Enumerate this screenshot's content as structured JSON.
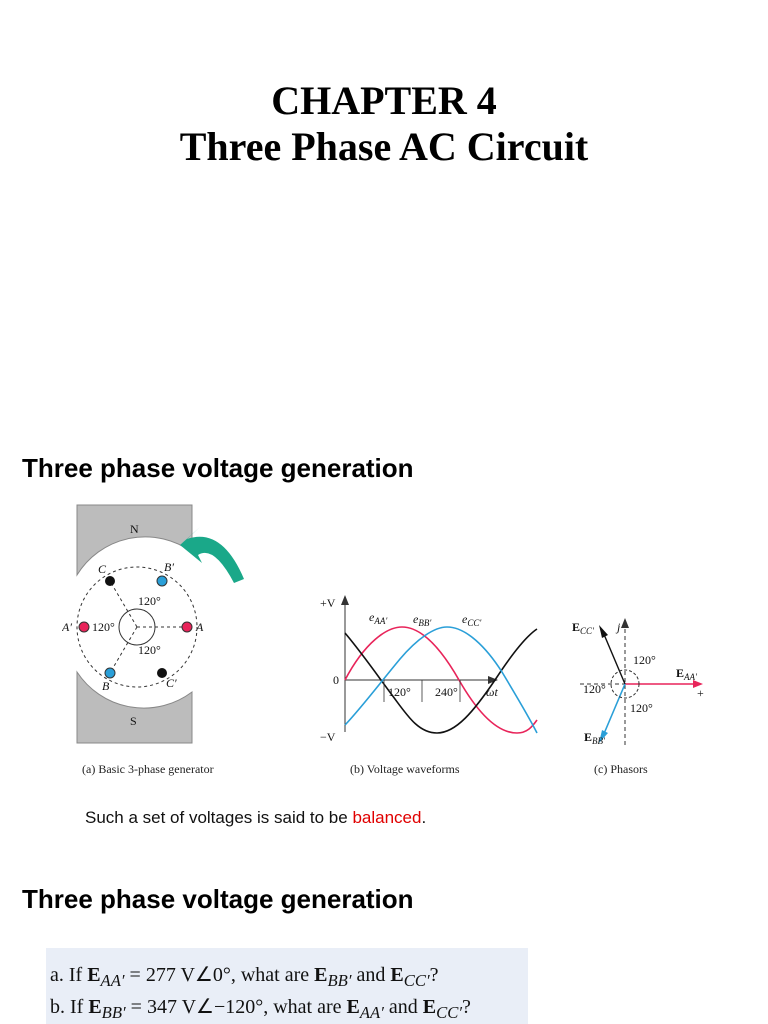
{
  "title": {
    "line1": "CHAPTER 4",
    "line2": "Three Phase AC Circuit"
  },
  "section1": {
    "heading": "Three phase voltage generation"
  },
  "figure": {
    "gen": {
      "pole_n": "N",
      "pole_s": "S",
      "A": "A",
      "A_prime": "A′",
      "B": "B",
      "B_prime": "B′",
      "C": "C",
      "C_prime": "C′",
      "angle_a": "120°",
      "angle_b": "120°",
      "angle_c": "120°",
      "caption": "(a) Basic 3-phase generator"
    },
    "wave": {
      "pos_v": "+V",
      "neg_v": "−V",
      "zero": "0",
      "e_aa": "e",
      "e_aa_sub": "AA′",
      "e_bb": "e",
      "e_bb_sub": "BB′",
      "e_cc": "e",
      "e_cc_sub": "CC′",
      "tick_120": "120°",
      "tick_240": "240°",
      "omega_t": "ωt",
      "caption": "(b) Voltage waveforms"
    },
    "phasor": {
      "e_cc": "E",
      "e_cc_sub": "CC′",
      "e_aa": "E",
      "e_aa_sub": "AA′",
      "e_bb": "E",
      "e_bb_sub": "BB′",
      "j": "j",
      "plus": "+",
      "angle_top": "120°",
      "angle_left": "120°",
      "angle_bottom": "120°",
      "caption": "(c) Phasors"
    },
    "colors": {
      "phase_a": "#e8245a",
      "phase_b": "#2a9fd8",
      "phase_c": "#111111",
      "arrow": "#1aa889",
      "magnet": "#bcbcbc"
    }
  },
  "balanced_note": {
    "before": "Such a set of voltages is said to be ",
    "highlight": "balanced",
    "after": "."
  },
  "section2": {
    "heading": "Three phase voltage generation"
  },
  "questions": {
    "a": {
      "prefix": "a.  If ",
      "E1": "E",
      "E1_sub": "AA′",
      "eq": " = 277 V∠0°, what are ",
      "E2": "E",
      "E2_sub": "BB′",
      "and": " and ",
      "E3": "E",
      "E3_sub": "CC′",
      "end": "?"
    },
    "b": {
      "prefix": "b.  If ",
      "E1": "E",
      "E1_sub": "BB′",
      "eq": " = 347 V∠−120°, what are ",
      "E2": "E",
      "E2_sub": "AA′",
      "and": " and ",
      "E3": "E",
      "E3_sub": "CC′",
      "end": "?"
    }
  }
}
